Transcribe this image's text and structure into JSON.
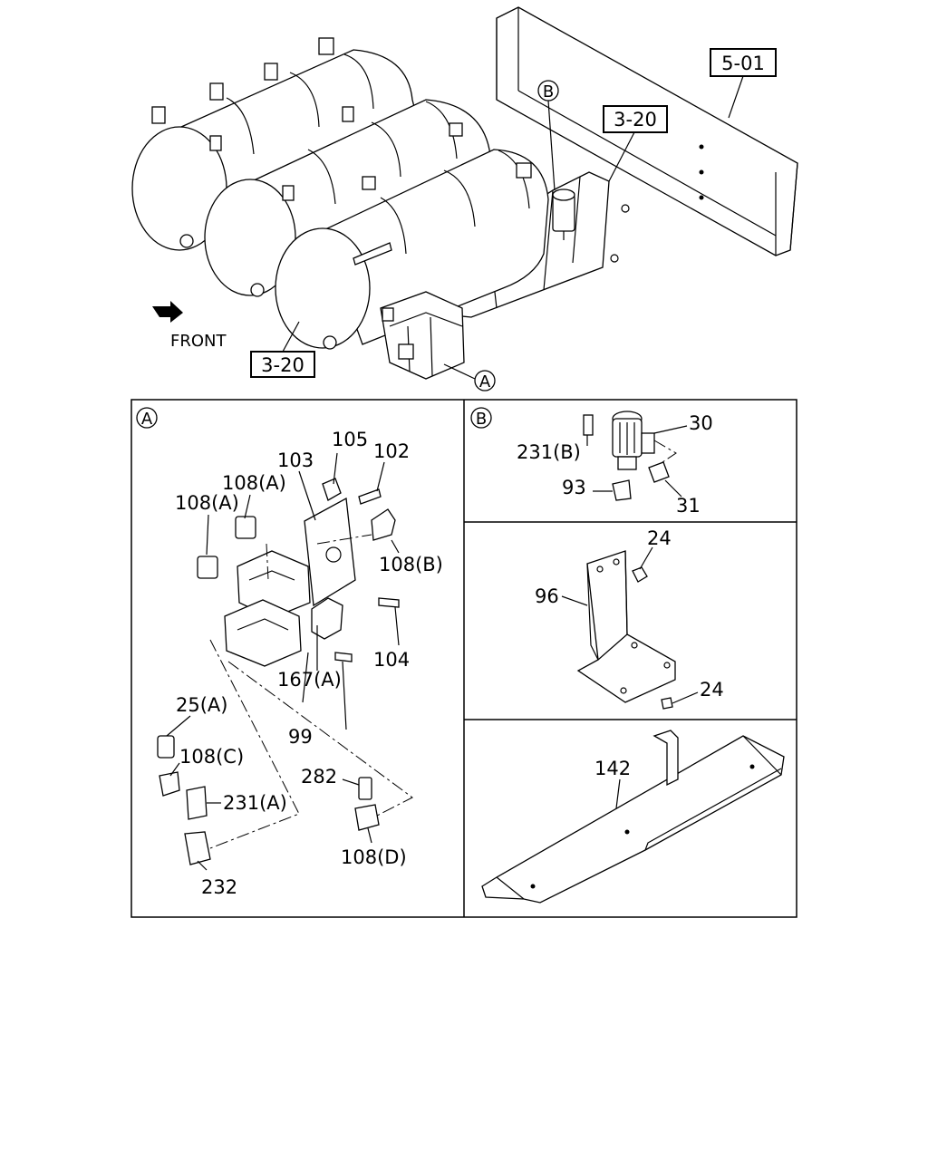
{
  "overview": {
    "ref_5_01": "5-01",
    "ref_3_20_top": "3-20",
    "ref_3_20_bottom": "3-20",
    "front_label": "FRONT",
    "callout_a": "A",
    "callout_b": "B"
  },
  "panel_a": {
    "badge": "A",
    "labels": {
      "p105": "105",
      "p102": "102",
      "p103": "103",
      "p108a_1": "108(A)",
      "p108a_2": "108(A)",
      "p108b": "108(B)",
      "p104": "104",
      "p167a": "167(A)",
      "p99": "99",
      "p25a": "25(A)",
      "p108c": "108(C)",
      "p231a": "231(A)",
      "p232": "232",
      "p282": "282",
      "p108d": "108(D)"
    }
  },
  "panel_b": {
    "badge": "B",
    "labels": {
      "p30": "30",
      "p231b": "231(B)",
      "p93": "93",
      "p31": "31"
    }
  },
  "panel_c": {
    "labels": {
      "p24_top": "24",
      "p96": "96",
      "p24_bottom": "24"
    }
  },
  "panel_d": {
    "labels": {
      "p142": "142"
    }
  }
}
